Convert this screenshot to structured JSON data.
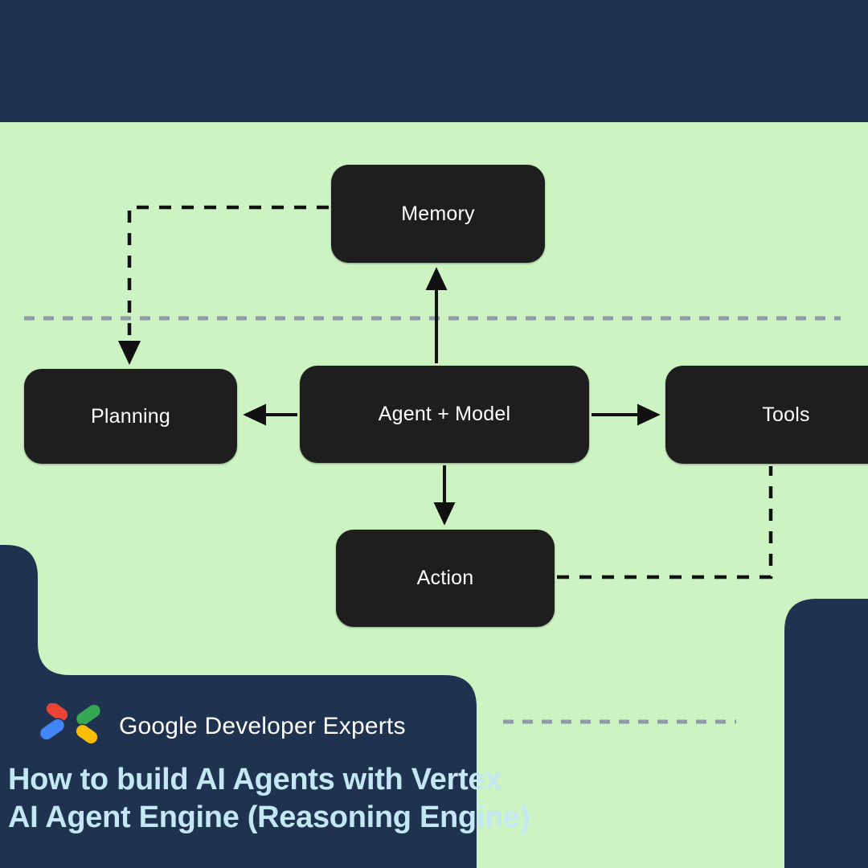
{
  "theme": {
    "navy": "#1F3350",
    "green_bg": "#CDF3C3",
    "node_fill": "#1E1E1E",
    "node_text": "#FFFFFF",
    "headline_color": "#C4E7F4",
    "divider_gray": "#8E9AA6",
    "logo_red": "#EA4335",
    "logo_blue": "#4285F4",
    "logo_green": "#34A853",
    "logo_yellow": "#FBBC04"
  },
  "diagram": {
    "nodes": [
      {
        "id": "memory",
        "label": "Memory"
      },
      {
        "id": "planning",
        "label": "Planning"
      },
      {
        "id": "agent",
        "label": "Agent + Model"
      },
      {
        "id": "tools",
        "label": "Tools"
      },
      {
        "id": "action",
        "label": "Action"
      }
    ],
    "edges": [
      {
        "from": "agent",
        "to": "memory",
        "style": "solid",
        "direction": "up"
      },
      {
        "from": "agent",
        "to": "planning",
        "style": "solid",
        "direction": "left"
      },
      {
        "from": "agent",
        "to": "tools",
        "style": "solid",
        "direction": "right"
      },
      {
        "from": "agent",
        "to": "action",
        "style": "solid",
        "direction": "down"
      },
      {
        "from": "memory",
        "to": "planning",
        "style": "dashed",
        "direction": "down"
      },
      {
        "from": "action",
        "to": "tools",
        "style": "dashed",
        "direction": "up"
      }
    ],
    "dividers": [
      {
        "id": "divider-main",
        "orientation": "horizontal"
      },
      {
        "id": "divider-bottom",
        "orientation": "horizontal"
      }
    ]
  },
  "banner": {
    "brand": "Google Developer Experts",
    "logo_name": "google-developer-experts-logo",
    "headline_line1": "How to build AI Agents with Vertex",
    "headline_line2": "AI Agent Engine (Reasoning Engine)"
  }
}
